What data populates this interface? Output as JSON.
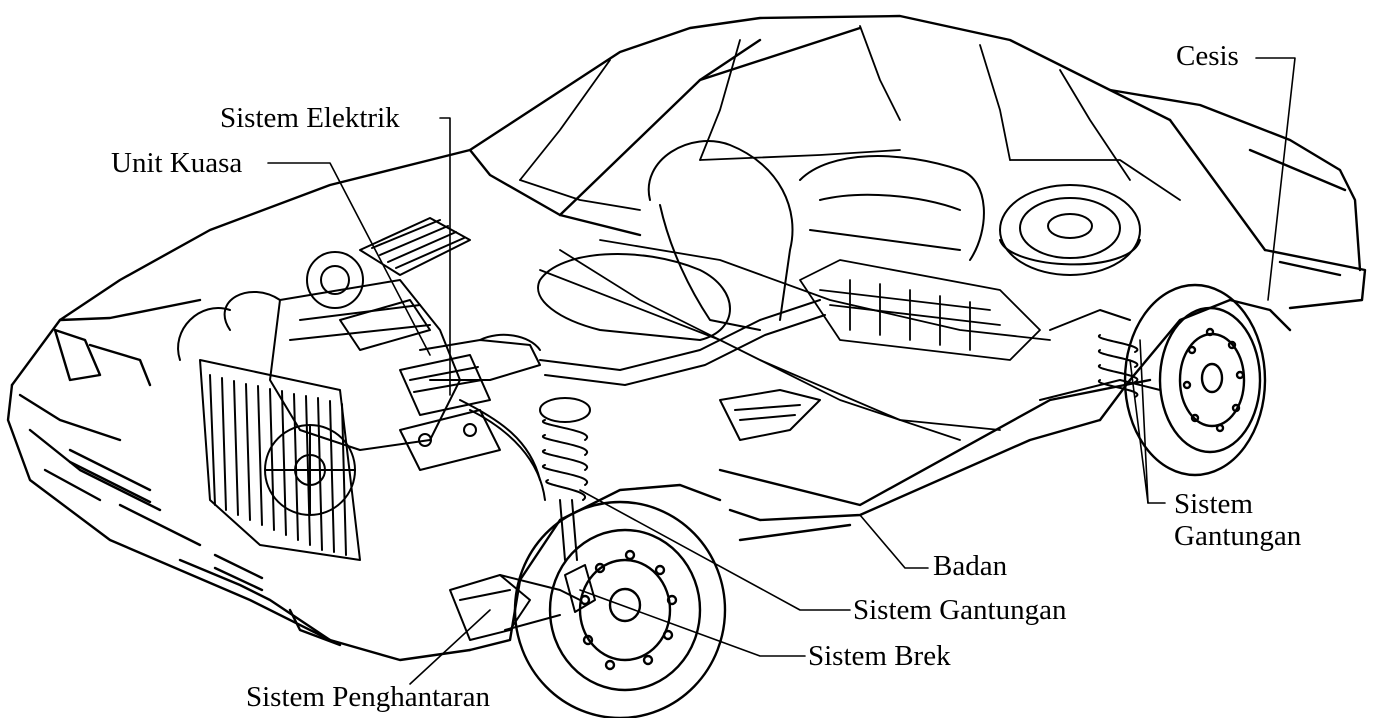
{
  "labels": {
    "cesis": "Cesis",
    "sistem_elektrik": "Sistem Elektrik",
    "unit_kuasa": "Unit Kuasa",
    "sistem_gantungan_rear_line1": "Sistem",
    "sistem_gantungan_rear_line2": "Gantungan",
    "badan": "Badan",
    "sistem_gantungan_front": "Sistem Gantungan",
    "sistem_brek": "Sistem Brek",
    "sistem_penghantaran": "Sistem Penghantaran"
  },
  "colors": {
    "ink": "#000000",
    "background": "#ffffff"
  }
}
